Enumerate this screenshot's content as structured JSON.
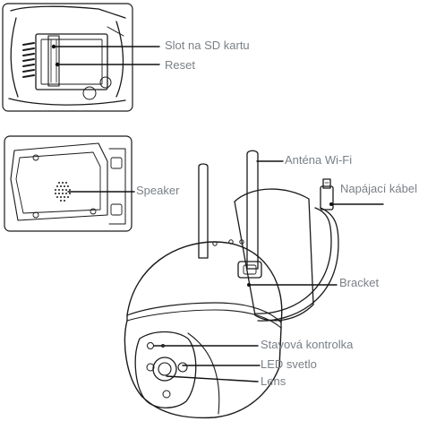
{
  "labels": {
    "sd_slot": "Slot na SD kartu",
    "reset": "Reset",
    "antenna": "Anténa Wi-Fi",
    "power_cable": "Napájací kábel",
    "speaker": "Speaker",
    "bracket": "Bracket",
    "status_led": "Stavová kontrolka",
    "led_light": "LED svetlo",
    "lens": "Lens"
  },
  "colors": {
    "outline": "#1a1a1a",
    "label_text": "#7a8086",
    "leader_line": "#111111"
  }
}
